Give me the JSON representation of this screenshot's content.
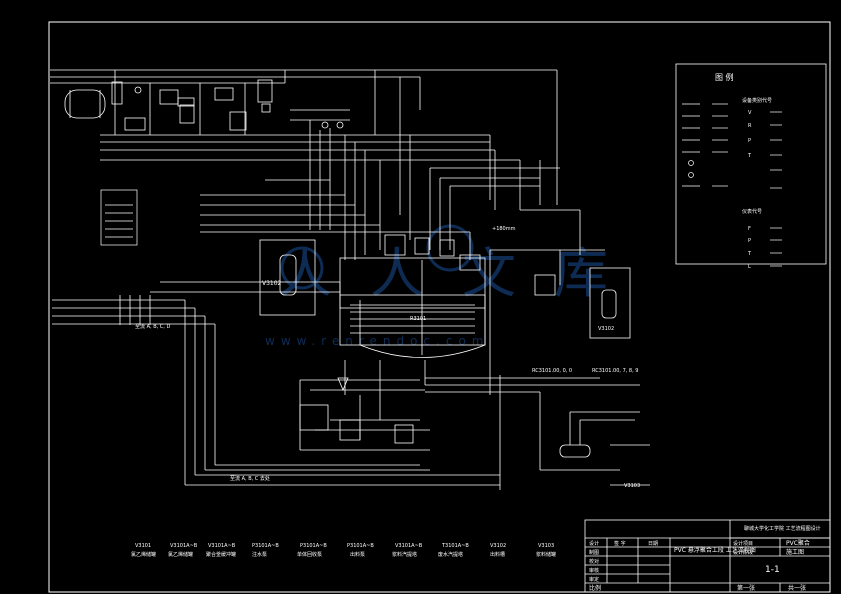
{
  "drawing": {
    "legend": {
      "title": "图 例",
      "device_header": "设备类别代号",
      "instrument_header": "仪表代号",
      "device_codes": [
        "V",
        "R",
        "P",
        "T"
      ],
      "instrument_codes": [
        "F",
        "P",
        "T",
        "L"
      ]
    },
    "labels": {
      "vessel_left": "V3102",
      "vessel_right": "V3102",
      "reactor": "R3101",
      "tank_bottom": "V3103",
      "temp_note": "+180mm",
      "line_abc": "至流 A, B, C, D",
      "line_abc_bottom": "至流 A, B, C 去处",
      "dist_left": "RC3101.00, 0, 0",
      "dist_right": "RC3101.00, 7, 8, 9"
    },
    "equipment_tags": [
      {
        "tag": "V3101",
        "name": "氯乙烯储罐"
      },
      {
        "tag": "V3101A~B",
        "name": "氯乙烯储罐"
      },
      {
        "tag": "V3101A~B",
        "name": "聚合釜缓冲罐"
      },
      {
        "tag": "P3101A~B",
        "name": "注水泵"
      },
      {
        "tag": "P3101A~B",
        "name": "单体回收泵"
      },
      {
        "tag": "P3101A~B",
        "name": "出料泵"
      },
      {
        "tag": "V3101A~B",
        "name": "浆料汽提塔"
      },
      {
        "tag": "T3101A~B",
        "name": "废水汽提塔"
      },
      {
        "tag": "V3102",
        "name": "出料槽"
      },
      {
        "tag": "V3103",
        "name": "浆料储罐"
      }
    ],
    "title_block": {
      "institute": "聊城大学化工学院 工艺流程图设计",
      "project_label": "设计项目",
      "project_value": "PVC聚合",
      "stage_label": "设计阶段",
      "stage_value": "施工图",
      "drawing_title": "PVC 悬浮聚合工段 工艺流程图",
      "drawing_no": "1-1",
      "sheet": "第一张",
      "total": "共一张",
      "scale_label": "比例",
      "roles": [
        "设计",
        "制图",
        "校对",
        "审核",
        "审定"
      ],
      "col_headers": [
        "签 字",
        "日期"
      ]
    },
    "watermark": "人人文库",
    "watermark_url": "www.renrendoc.com"
  }
}
